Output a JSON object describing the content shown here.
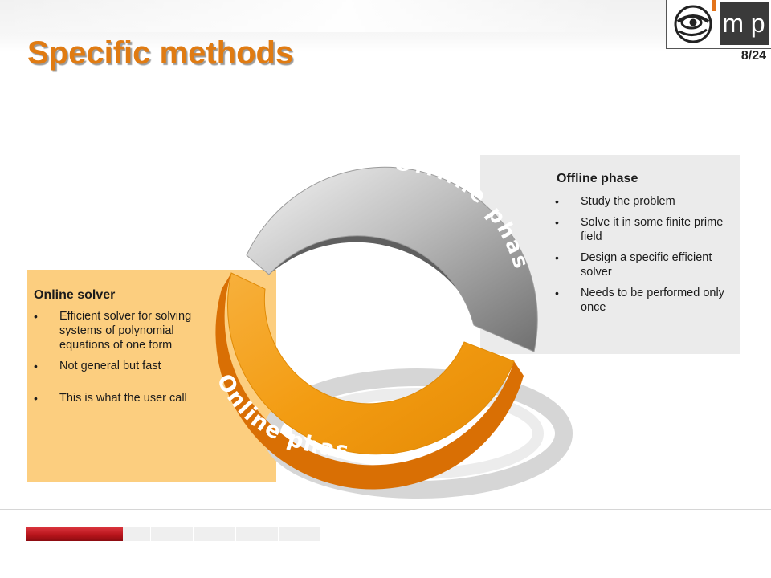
{
  "slide": {
    "title": "Specific methods",
    "page_number": "8/24"
  },
  "logo": {
    "letters": [
      "m",
      "p"
    ],
    "emblem_icon": "eye-emblem-icon"
  },
  "diagram": {
    "ring_labels": {
      "offline": "Offline phase",
      "online": "Online phase"
    },
    "colors": {
      "offline_ring": "#8a8a8a",
      "online_ring": "#f39c12",
      "online_panel": "#fcce7f",
      "offline_panel": "#ebebeb",
      "title": "#e07b12"
    }
  },
  "offline_panel": {
    "heading": "Offline phase",
    "bullets": [
      "Study the problem",
      "Solve it in some finite prime field",
      "Design a specific efficient solver",
      "Needs to be performed only once"
    ]
  },
  "online_panel": {
    "heading": "Online solver",
    "bullets": [
      "Efficient solver for solving systems of polynomial equations of one form",
      "Not general but fast",
      "This is what the user call"
    ]
  },
  "progress": {
    "current_slide": 8,
    "total_slides": 24
  }
}
